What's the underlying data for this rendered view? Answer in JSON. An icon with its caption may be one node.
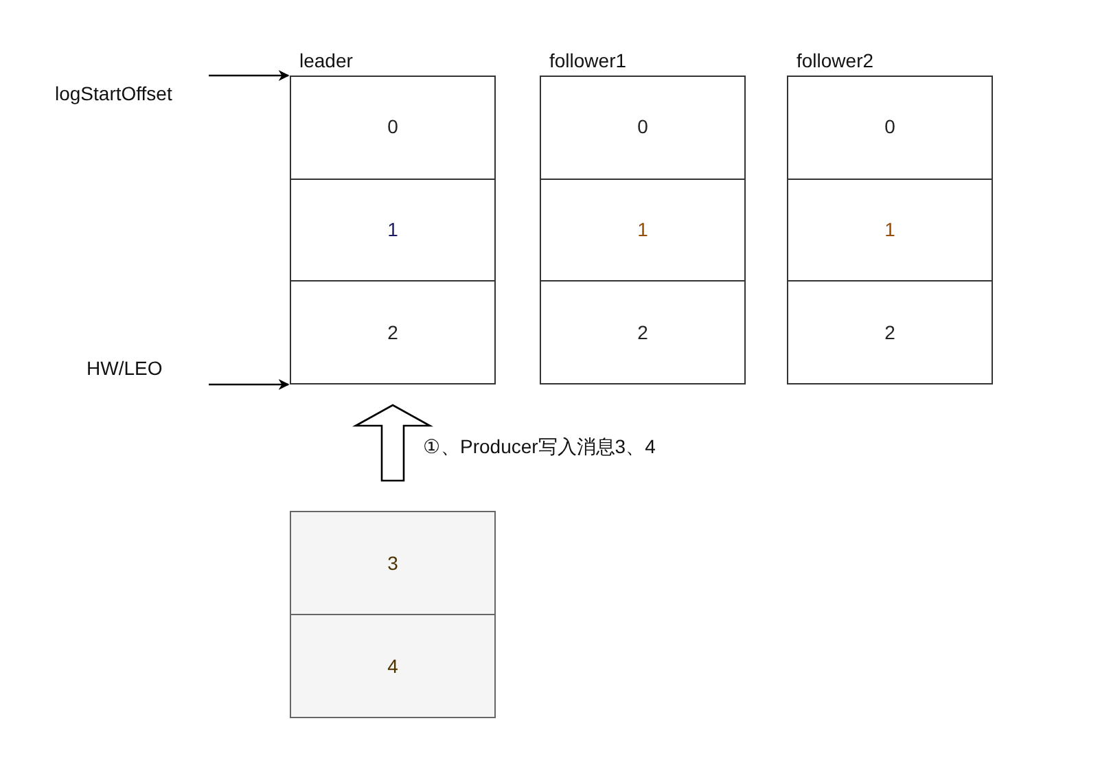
{
  "diagram": {
    "nodes": [
      {
        "text": [
          "logStartOffset"
        ]
      },
      {
        "text": [
          "HW/LEO"
        ]
      },
      {
        "text": [
          "leader"
        ]
      },
      {
        "text": [
          "0"
        ],
        "in": 2
      },
      {
        "text": [
          "1"
        ],
        "in": 2
      },
      {
        "text": [
          "2"
        ],
        "in": 2
      },
      {
        "text": [
          "follower1"
        ]
      },
      {
        "text": [
          "0"
        ],
        "in": 6
      },
      {
        "text": [
          "1"
        ],
        "in": 6
      },
      {
        "text": [
          "2"
        ],
        "in": 6
      },
      {
        "text": [
          "follower2"
        ]
      },
      {
        "text": [
          "0"
        ],
        "in": 10
      },
      {
        "text": [
          "1"
        ],
        "in": 10
      },
      {
        "text": [
          "2"
        ],
        "in": 10
      },
      {
        "text": [],
        "shape": "box"
      },
      {
        "text": [
          "3"
        ],
        "in": 14
      },
      {
        "text": [
          "4"
        ],
        "in": 14
      }
    ],
    "edges": [
      {
        "from": 0,
        "to": 2,
        "arrow": "to"
      },
      {
        "from": 1,
        "to": 2,
        "arrow": "to"
      },
      {
        "from": 14,
        "to": 2,
        "arrow": "to",
        "style": "thick",
        "label": "①、Producer写入消息3、4"
      }
    ]
  }
}
